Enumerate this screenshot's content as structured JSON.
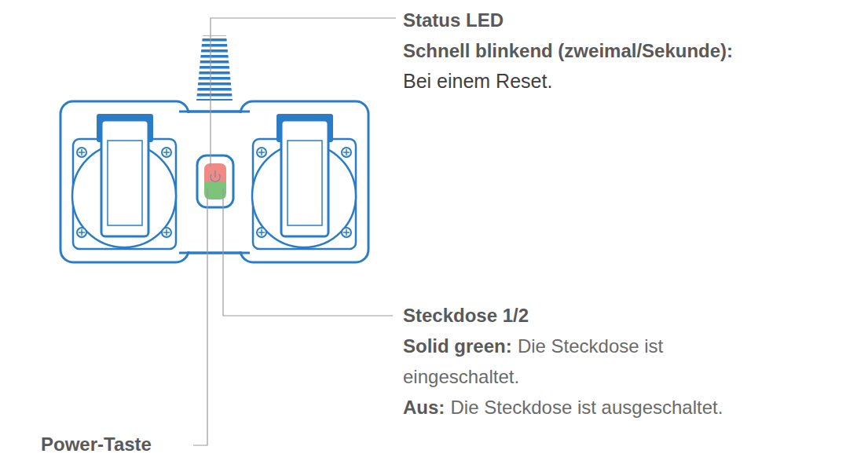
{
  "diagram": {
    "labels": [
      "Status LED",
      "Schnell blinkend (zweimal/Sekunde):",
      "Bei einem Reset.",
      "Steckdose 1/2",
      "Solid green:",
      "Die Steckdose ist eingeschaltet.",
      "Aus:",
      "Die Steckdose ist ausgeschaltet.",
      "Power-Taste"
    ]
  }
}
